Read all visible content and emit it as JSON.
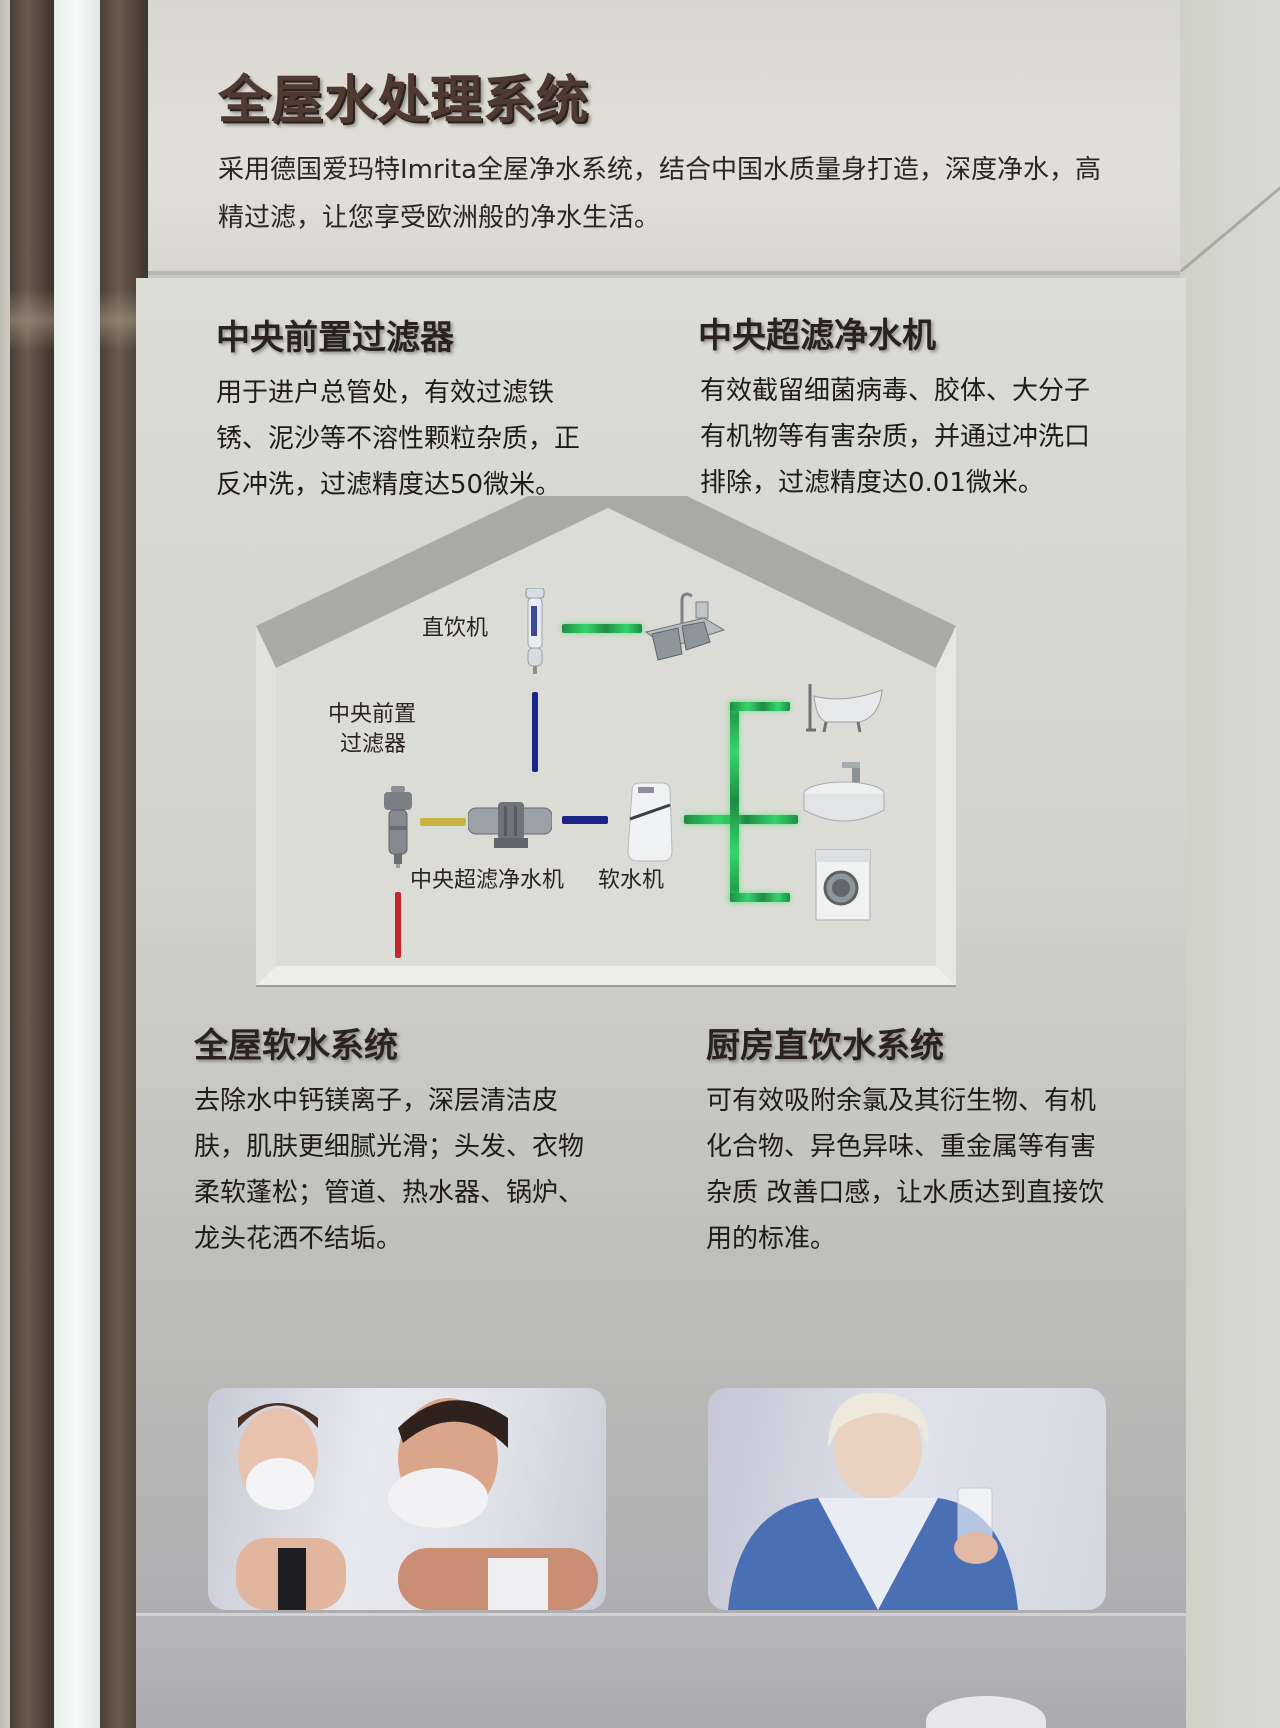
{
  "header": {
    "title": "全屋水处理系统",
    "intro": "采用德国爱玛特Imrita全屋净水系统，结合中国水质量身打造，深度净水，高精过滤，让您享受欧洲般的净水生活。"
  },
  "sections": [
    {
      "title": "中央前置过滤器",
      "body": "用于进户总管处，有效过滤铁锈、泥沙等不溶性颗粒杂质，正反冲洗，过滤精度达50微米。"
    },
    {
      "title": "中央超滤净水机",
      "body": "有效截留细菌病毒、胶体、大分子有机物等有害杂质，并通过冲洗口排除，过滤精度达0.01微米。"
    },
    {
      "title": "全屋软水系统",
      "body": "去除水中钙镁离子，深层清洁皮肤，肌肤更细腻光滑；头发、衣物柔软蓬松；管道、热水器、锅炉、龙头花洒不结垢。"
    },
    {
      "title": "厨房直饮水系统",
      "body": "可有效吸附余氯及其衍生物、有机化合物、异色异味、重金属等有害杂质 改善口感，让水质达到直接饮用的标准。"
    }
  ],
  "diagram": {
    "labels": {
      "direct_drinker": "直饮机",
      "pre_filter_line1": "中央前置",
      "pre_filter_line2": "过滤器",
      "ultrafilter": "中央超滤净水机",
      "softener": "软水机"
    },
    "devices": [
      "pre-filter",
      "ultrafiltration-unit",
      "water-softener",
      "direct-drinking-filter",
      "kitchen-sink",
      "bathtub",
      "wash-basin",
      "washing-machine"
    ],
    "pipe_colors": {
      "inlet": "#c1272d",
      "prefilter_to_ultrafilter": "#c6b243",
      "ultrafilter_out": "#1b2487",
      "soft_water": "#35d56a",
      "drinking_water": "#35d56a"
    }
  },
  "photos": [
    {
      "caption": "father-and-son-shaving-foam"
    },
    {
      "caption": "woman-holding-glass-of-water"
    }
  ]
}
